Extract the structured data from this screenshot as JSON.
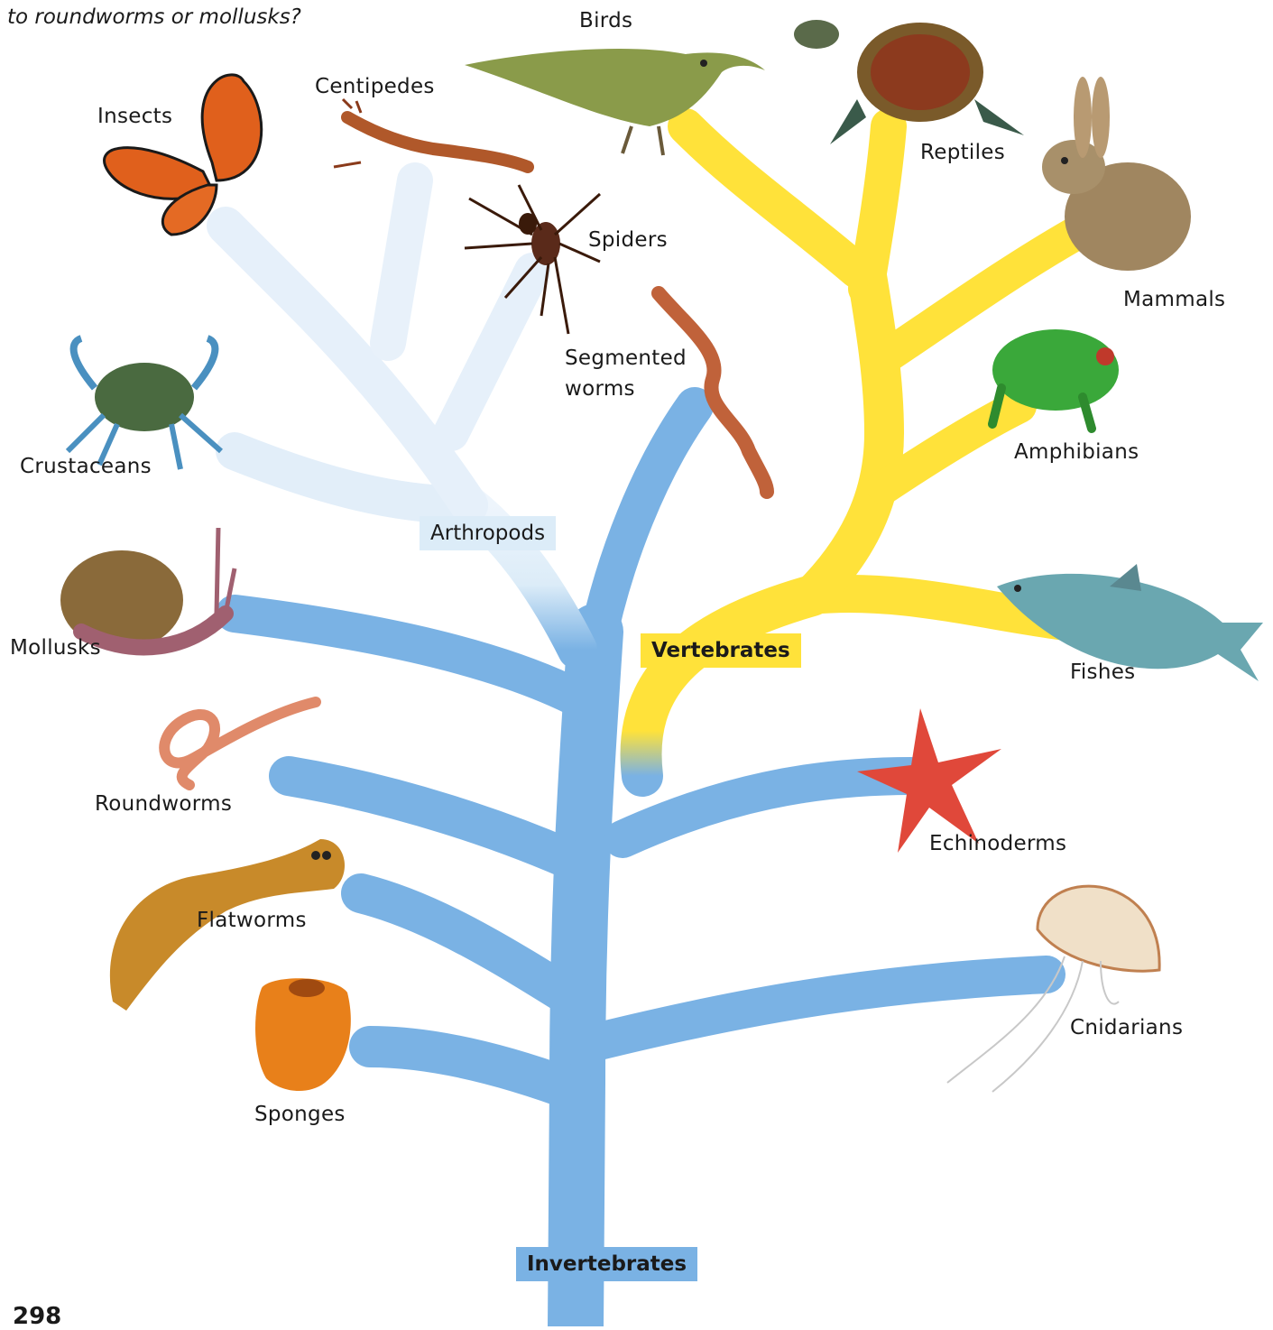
{
  "question_fragment": "to roundworms or mollusks?",
  "page_number": "298",
  "groups": {
    "arthropods": "Arthropods",
    "vertebrates": "Vertebrates",
    "invertebrates": "Invertebrates"
  },
  "animals": {
    "birds": "Birds",
    "reptiles": "Reptiles",
    "mammals": "Mammals",
    "amphibians": "Amphibians",
    "fishes": "Fishes",
    "insects": "Insects",
    "centipedes": "Centipedes",
    "spiders": "Spiders",
    "segmented_worms": "Segmented worms",
    "crustaceans": "Crustaceans",
    "mollusks": "Mollusks",
    "roundworms": "Roundworms",
    "flatworms": "Flatworms",
    "sponges": "Sponges",
    "echinoderms": "Echinoderms",
    "cnidarians": "Cnidarians"
  },
  "colors": {
    "invertebrate_branch": "#7ab2e4",
    "arthropod_branch": "#dcecf8",
    "vertebrate_branch": "#ffe23a"
  },
  "icons": {
    "birds": "bird-icon",
    "reptiles": "turtle-icon",
    "mammals": "rabbit-icon",
    "amphibians": "frog-icon",
    "fishes": "fish-icon",
    "insects": "butterfly-icon",
    "centipedes": "centipede-icon",
    "spiders": "spider-icon",
    "segmented_worms": "earthworm-icon",
    "crustaceans": "crab-icon",
    "mollusks": "snail-icon",
    "roundworms": "roundworm-icon",
    "flatworms": "flatworm-icon",
    "sponges": "sponge-icon",
    "echinoderms": "starfish-icon",
    "cnidarians": "jellyfish-icon"
  }
}
